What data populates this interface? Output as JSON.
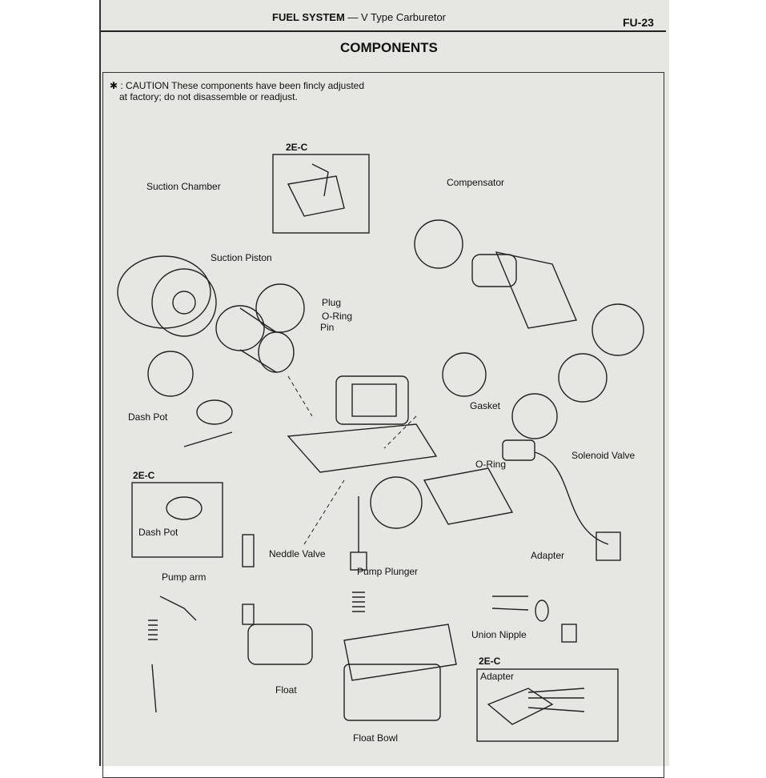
{
  "header": {
    "section": "FUEL SYSTEM",
    "subtitle": "— V Type Carburetor",
    "page_number": "FU-23"
  },
  "title": "COMPONENTS",
  "caution": {
    "line1": "✱ : CAUTION   These components have been fincly adjusted",
    "line2": "at factory; do not disassemble or readjust."
  },
  "labels": {
    "variant_top": "2E-C",
    "suction_chamber": "Suction Chamber",
    "compensator": "Compensator",
    "suction_piston": "Suction Piston",
    "plug": "Plug",
    "oring1": "O-Ring",
    "pin": "Pin",
    "gasket": "Gasket",
    "dash_pot": "Dash Pot",
    "solenoid_valve": "Solenoid Valve",
    "oring2": "O-Ring",
    "variant_mid": "2E-C",
    "dash_pot_2ec": "Dash Pot",
    "adapter": "Adapter",
    "needle_valve": "Neddle Valve",
    "pump_plunger": "Pump Plunger",
    "pump_arm": "Pump arm",
    "union_nipple": "Union Nipple",
    "variant_bottom": "2E-C",
    "adapter_2ec": "Adapter",
    "float": "Float",
    "float_bowl": "Float Bowl"
  }
}
